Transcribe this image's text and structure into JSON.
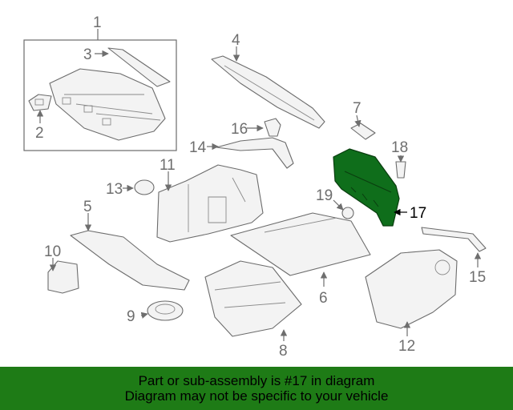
{
  "callouts": {
    "c1": "1",
    "c2": "2",
    "c3": "3",
    "c4": "4",
    "c5": "5",
    "c6": "6",
    "c7": "7",
    "c8": "8",
    "c9": "9",
    "c10": "10",
    "c11": "11",
    "c12": "12",
    "c13": "13",
    "c14": "14",
    "c15": "15",
    "c16": "16",
    "c17": "17",
    "c18": "18",
    "c19": "19"
  },
  "highlight_color": "#0f6e1b",
  "banner": {
    "line1": "Part or sub-assembly is #17 in diagram",
    "line2": "Diagram may not be specific to your vehicle",
    "background": "#1e7b16"
  }
}
